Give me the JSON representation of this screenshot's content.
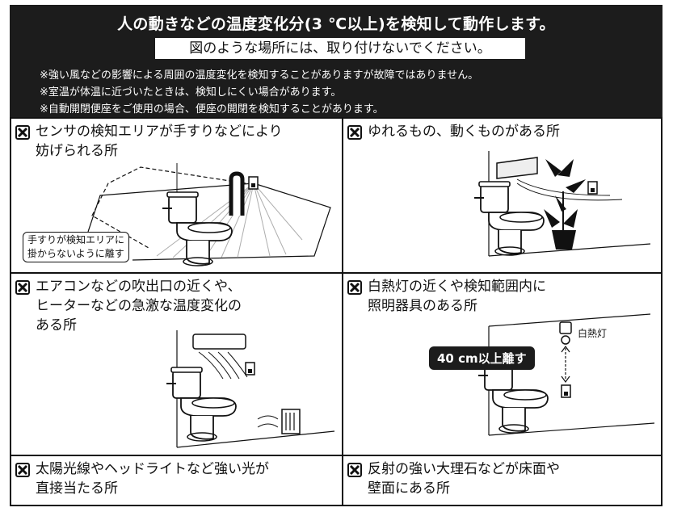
{
  "header": {
    "title": "人の動きなどの温度変化分(3 ℃以上)を検知して動作します。",
    "subtitle": "図のような場所には、取り付けないでください。",
    "notes": [
      "※強い風などの影響による周囲の温度変化を検知することがありますが故障ではありません。",
      "※室温が体温に近づいたときは、検知しにくい場合があります。",
      "※自動開閉便座をご使用の場合、便座の開閉を検知することがあります。"
    ]
  },
  "cells": {
    "c1": {
      "line1": "センサの検知エリアが手すりなどにより",
      "line2": "妨げられる所",
      "callout1": "手すりが検知エリアに",
      "callout2": "掛からないように離す"
    },
    "c2": {
      "line1": "ゆれるもの、動くものがある所"
    },
    "c3": {
      "line1": "エアコンなどの吹出口の近くや、",
      "line2": "ヒーターなどの急激な温度変化の",
      "line3": "ある所"
    },
    "c4": {
      "line1": "白熱灯の近くや検知範囲内に",
      "line2": "照明器具のある所",
      "distance_label": "40 cm以上離す",
      "lamp_label": "白熱灯"
    },
    "c5": {
      "line1": "太陽光線やヘッドライトなど強い光が",
      "line2": "直接当たる所"
    },
    "c6": {
      "line1": "反射の強い大理石などが床面や",
      "line2": "壁面にある所"
    }
  },
  "icons": {
    "prohibited": "x-mark-icon"
  },
  "colors": {
    "header_bg": "#1c1c1c",
    "text": "#111111",
    "background": "#ffffff"
  }
}
